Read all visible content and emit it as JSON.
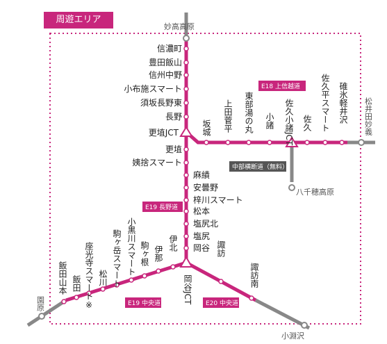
{
  "title": "周遊エリア",
  "colors": {
    "route": "#c8267c",
    "gray_route": "#888888",
    "station_fill": "#ffffff",
    "text": "#222222"
  },
  "terminals": {
    "north": "妙高高原",
    "east": "松井田妙義",
    "southwest": "園原",
    "southeast": "小淵沢",
    "yatsugatake": "八千穂高原"
  },
  "road_tags": {
    "e18": "E18 上信越道",
    "e19_nagano": "E19 長野道",
    "e19_chuo": "E19 中央道",
    "e20": "E20 中央道",
    "chubu_odan": "中部横断道（無料）"
  },
  "north_stations": [
    "信濃町",
    "豊田飯山",
    "信州中野",
    "小布施スマート",
    "須坂長野東",
    "長野"
  ],
  "junction_north": "更埴JCT",
  "south_of_koshoku": [
    "更埴",
    "姨捨スマート"
  ],
  "nagano_line": [
    "麻績",
    "安曇野",
    "梓川スマート",
    "松本",
    "塩尻北",
    "塩尻",
    "岡谷"
  ],
  "joshinetsu": [
    "坂城",
    "上田菅平",
    "東部湯の丸",
    "小諸",
    "佐久小諸JCT",
    "佐久",
    "佐久平スマート",
    "碓氷軽井沢"
  ],
  "junction_south": "岡谷JCT",
  "chuo_west": [
    "伊北",
    "伊那",
    "駒ヶ根",
    "小黒川スマート",
    "駒ヶ岳スマート",
    "松川",
    "座光寺スマート※",
    "飯田",
    "飯田山本"
  ],
  "chuo_east": [
    "諏訪",
    "諏訪南"
  ]
}
